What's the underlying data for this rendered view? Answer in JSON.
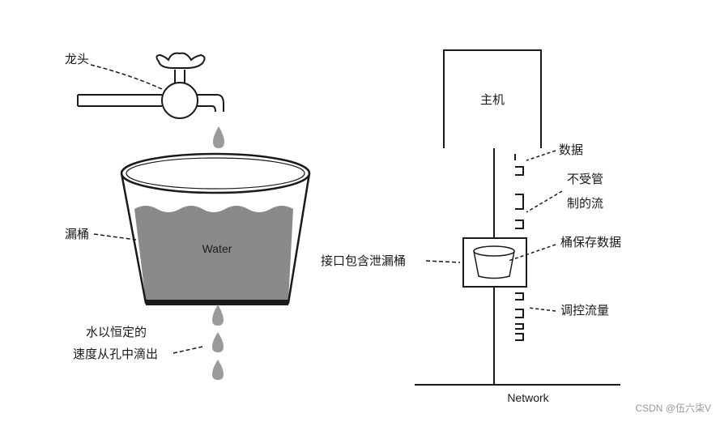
{
  "leaky_bucket": {
    "faucet_label": "龙头",
    "bucket_label": "漏桶",
    "water_label": "Water",
    "drip_line1": "水以恒定的",
    "drip_line2": "速度从孔中滴出"
  },
  "network_model": {
    "host_label": "主机",
    "data_label": "数据",
    "unregulated_line1": "不受管",
    "unregulated_line2": "制的流",
    "interface_label": "接口包含泄漏桶",
    "bucket_holds_label": "桶保存数据",
    "regulated_label": "调控流量",
    "network_label": "Network"
  },
  "watermark": "CSDN @伍六柒V",
  "colors": {
    "water": "#8a8a8a",
    "stroke": "#1a1a1a",
    "droplet": "#9a9a9a",
    "faucet_fill": "#ffffff"
  }
}
